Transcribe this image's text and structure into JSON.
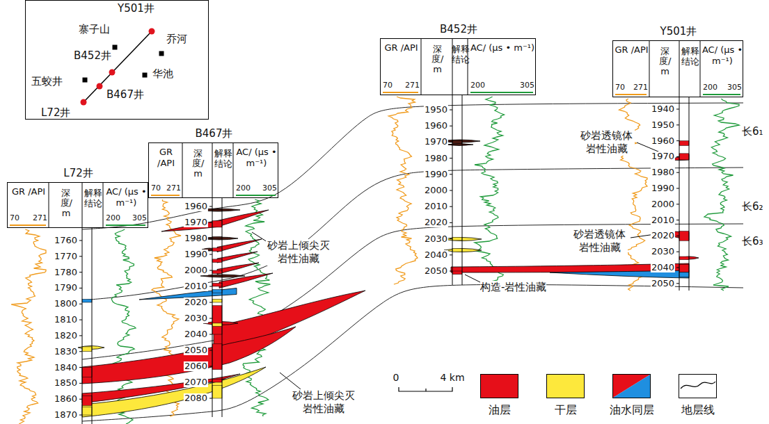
{
  "diagram": {
    "nodes": [
      {
        "text": [
          "Y501井",
          "寨子山",
          "乔河",
          "B452井",
          "五蛟井",
          "华池",
          "B467井",
          "L72井"
        ]
      },
      {
        "text": [
          "L72井",
          "GR /API",
          "70",
          "271",
          "深度/m",
          "解释结论",
          "AC/ (μs • m⁻¹)",
          "200",
          "305"
        ]
      },
      {
        "text": [
          "B467井",
          "GR /API",
          "70",
          "271",
          "深度/m",
          "解释结论",
          "AC/ (μs • m⁻¹)",
          "200",
          "305"
        ]
      },
      {
        "text": [
          "B452井",
          "GR /API",
          "70",
          "271",
          "深度/m",
          "解释结论",
          "AC/ (μs • m⁻¹)",
          "200",
          "305"
        ]
      },
      {
        "text": [
          "Y501井",
          "GR /API",
          "70",
          "271",
          "深度/m",
          "解释结论",
          "AC/ (μs • m⁻¹)",
          "200",
          "305"
        ]
      }
    ],
    "labels": [
      "1760",
      "1770",
      "1780",
      "1790",
      "1800",
      "1810",
      "1820",
      "1830",
      "1840",
      "1850",
      "1860",
      "1870",
      "1960",
      "1970",
      "1980",
      "1990",
      "2000",
      "2010",
      "2020",
      "2030",
      "2040",
      "2050",
      "2060",
      "2070",
      "2080",
      "1950",
      "1960",
      "1970",
      "1980",
      "1990",
      "2000",
      "2010",
      "2020",
      "2030",
      "2040",
      "2050",
      "1940",
      "1950",
      "1960",
      "1970",
      "1980",
      "1990",
      "2000",
      "2010",
      "2020",
      "2030",
      "2040",
      "2050",
      "砂岩透镜体 岩性油藏",
      "砂岩上倾尖灭 岩性油藏",
      "长6₁",
      "长6₂",
      "砂岩透镜体 岩性油藏",
      "长6₃",
      "构造-岩性油藏",
      "砂岩上倾尖灭 岩性油藏",
      "0",
      "4 km"
    ],
    "legend": [
      {
        "text": "油层",
        "color": "#e60f19"
      },
      {
        "text": "干层",
        "color": "#fde83c"
      },
      {
        "text": "油水同层"
      },
      {
        "text": "地层线"
      }
    ]
  }
}
